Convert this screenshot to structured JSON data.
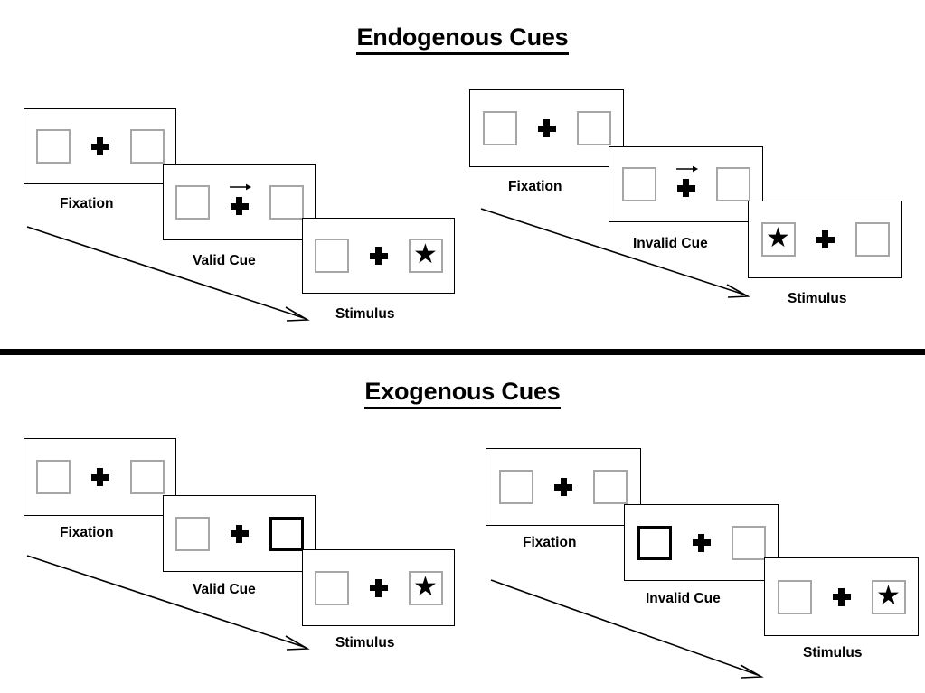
{
  "sections": [
    {
      "id": "endogenous",
      "title": "Endogenous Cues",
      "groups": [
        {
          "id": "endogenous-valid",
          "cue_label": "Valid Cue",
          "panels": [
            {
              "label": "Fixation",
              "type": "fixation",
              "left_box": "empty",
              "right_box": "empty",
              "cue": "none"
            },
            {
              "label": "Valid Cue",
              "type": "cue",
              "left_box": "empty",
              "right_box": "empty",
              "cue": "arrow-right"
            },
            {
              "label": "Stimulus",
              "type": "stimulus",
              "left_box": "empty",
              "right_box": "star",
              "cue": "none"
            }
          ]
        },
        {
          "id": "endogenous-invalid",
          "cue_label": "Invalid Cue",
          "panels": [
            {
              "label": "Fixation",
              "type": "fixation",
              "left_box": "empty",
              "right_box": "empty",
              "cue": "none"
            },
            {
              "label": "Invalid Cue",
              "type": "cue",
              "left_box": "empty",
              "right_box": "empty",
              "cue": "arrow-right"
            },
            {
              "label": "Stimulus",
              "type": "stimulus",
              "left_box": "star",
              "right_box": "empty",
              "cue": "none"
            }
          ]
        }
      ]
    },
    {
      "id": "exogenous",
      "title": "Exogenous Cues",
      "groups": [
        {
          "id": "exogenous-valid",
          "cue_label": "Valid Cue",
          "panels": [
            {
              "label": "Fixation",
              "type": "fixation",
              "left_box": "empty",
              "right_box": "empty",
              "cue": "none"
            },
            {
              "label": "Valid Cue",
              "type": "cue",
              "left_box": "empty",
              "right_box": "highlighted",
              "cue": "box-right"
            },
            {
              "label": "Stimulus",
              "type": "stimulus",
              "left_box": "empty",
              "right_box": "star",
              "cue": "none"
            }
          ]
        },
        {
          "id": "exogenous-invalid",
          "cue_label": "Invalid Cue",
          "panels": [
            {
              "label": "Fixation",
              "type": "fixation",
              "left_box": "empty",
              "right_box": "empty",
              "cue": "none"
            },
            {
              "label": "Invalid Cue",
              "type": "cue",
              "left_box": "highlighted",
              "right_box": "empty",
              "cue": "box-left"
            },
            {
              "label": "Stimulus",
              "type": "stimulus",
              "left_box": "empty",
              "right_box": "star",
              "cue": "none"
            }
          ]
        }
      ]
    }
  ],
  "icons": {
    "star": "★",
    "fixation_cross": "fixation-cross-icon",
    "arrow_right": "arrow-right-icon",
    "time_arrow": "time-flow-arrow-icon"
  },
  "colors": {
    "stroke": "#000000",
    "box_outline": "#a6a6a6",
    "background": "#ffffff",
    "divider": "#000000"
  },
  "labels": {
    "endogenous_title": "Endogenous Cues",
    "exogenous_title": "Exogenous Cues",
    "fixation": "Fixation",
    "valid_cue": "Valid Cue",
    "invalid_cue": "Invalid Cue",
    "stimulus": "Stimulus"
  }
}
